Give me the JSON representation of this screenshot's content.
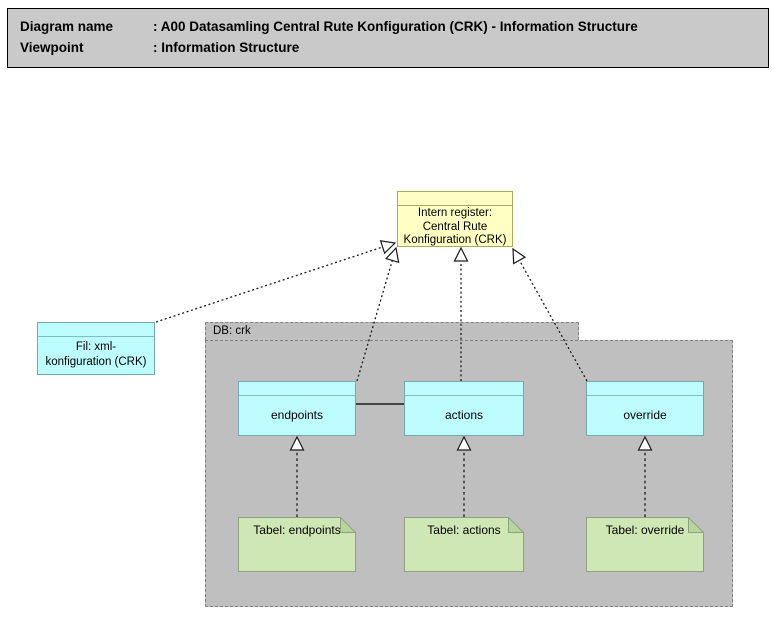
{
  "header": {
    "rows": [
      {
        "label": "Diagram name",
        "value": ": A00 Datasamling Central Rute Konfiguration (CRK) - Information Structure"
      },
      {
        "label": "Viewpoint",
        "value": ": Information Structure"
      }
    ]
  },
  "nodes": {
    "intern_register": {
      "label": "Intern register:\nCentral Rute\nKonfiguration (CRK)"
    },
    "fil_xml": {
      "label": "Fil: xml-\nkonfiguration (CRK)"
    },
    "db_group": {
      "label": "DB: crk"
    },
    "endpoints": {
      "label": "endpoints"
    },
    "actions": {
      "label": "actions"
    },
    "override": {
      "label": "override"
    },
    "tabel_endpoints": {
      "label": "Tabel: endpoints"
    },
    "tabel_actions": {
      "label": "Tabel: actions"
    },
    "tabel_override": {
      "label": "Tabel: override"
    }
  },
  "relations": [
    {
      "from": "fil_xml",
      "to": "intern_register",
      "type": "realization-dotted"
    },
    {
      "from": "endpoints",
      "to": "intern_register",
      "type": "realization-dotted"
    },
    {
      "from": "actions",
      "to": "intern_register",
      "type": "realization-dotted"
    },
    {
      "from": "override",
      "to": "intern_register",
      "type": "realization-dotted"
    },
    {
      "from": "tabel_endpoints",
      "to": "endpoints",
      "type": "realization-dashed"
    },
    {
      "from": "tabel_actions",
      "to": "actions",
      "type": "realization-dashed"
    },
    {
      "from": "tabel_override",
      "to": "override",
      "type": "realization-dashed"
    },
    {
      "from": "endpoints",
      "to": "actions",
      "type": "association-solid"
    }
  ],
  "colors": {
    "header-bg": "#c9c9c9",
    "header-border": "#000000",
    "group-bg": "#bfbfbf",
    "group-border": "#828282",
    "data-fill": "#bdfcff",
    "data-border": "#74a8b0",
    "data-sep": "#7fbcc4",
    "register-fill": "#feffc3",
    "register-border": "#aaaa5e",
    "note-fill": "#cfe7b5",
    "note-border": "#8fa183",
    "note-fold": "#b7d69c",
    "line": "#1a1a1a",
    "text": "#000000"
  }
}
